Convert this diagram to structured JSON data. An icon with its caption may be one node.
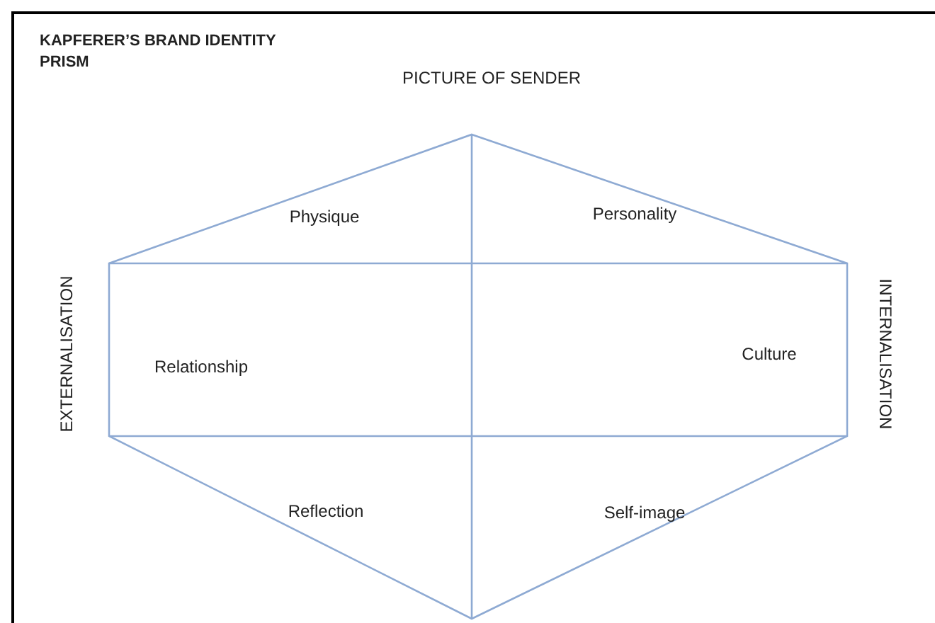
{
  "diagram": {
    "title": "KAPFERER’S BRAND IDENTITY PRISM",
    "labels": [
      "PICTURE OF SENDER",
      "Physique",
      "Personality",
      "EXTERNALISATION",
      "Relationship",
      "Culture",
      "INTERNALISATION",
      "Reflection",
      "Self-image"
    ]
  }
}
